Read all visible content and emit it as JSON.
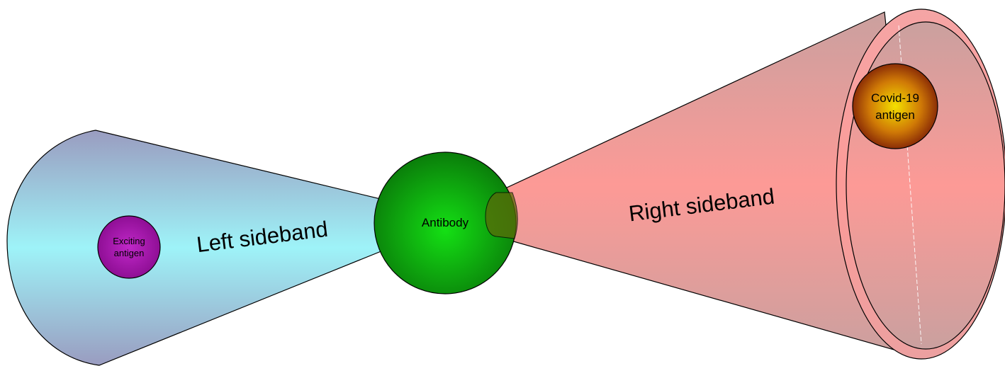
{
  "diagram": {
    "left_sideband": {
      "label": "Left sideband",
      "antigen": {
        "line1": "Exciting",
        "line2": "antigen"
      }
    },
    "antibody": {
      "label": "Antibody"
    },
    "right_sideband": {
      "label": "Right sideband",
      "antigen": {
        "line1": "Covid-19",
        "line2": "antigen"
      }
    }
  },
  "colors": {
    "left_cone_edge": "#9a9cc0",
    "left_cone_center": "#9ef3f8",
    "right_cone_edge": "#caa09f",
    "right_cone_center": "#fd9a96",
    "antibody_center": "#14e014",
    "antibody_edge": "#0a7d0a",
    "exciting_antigen": "#a010a8",
    "covid_antigen_center": "#f4e000",
    "covid_antigen_edge": "#7a1a06"
  }
}
